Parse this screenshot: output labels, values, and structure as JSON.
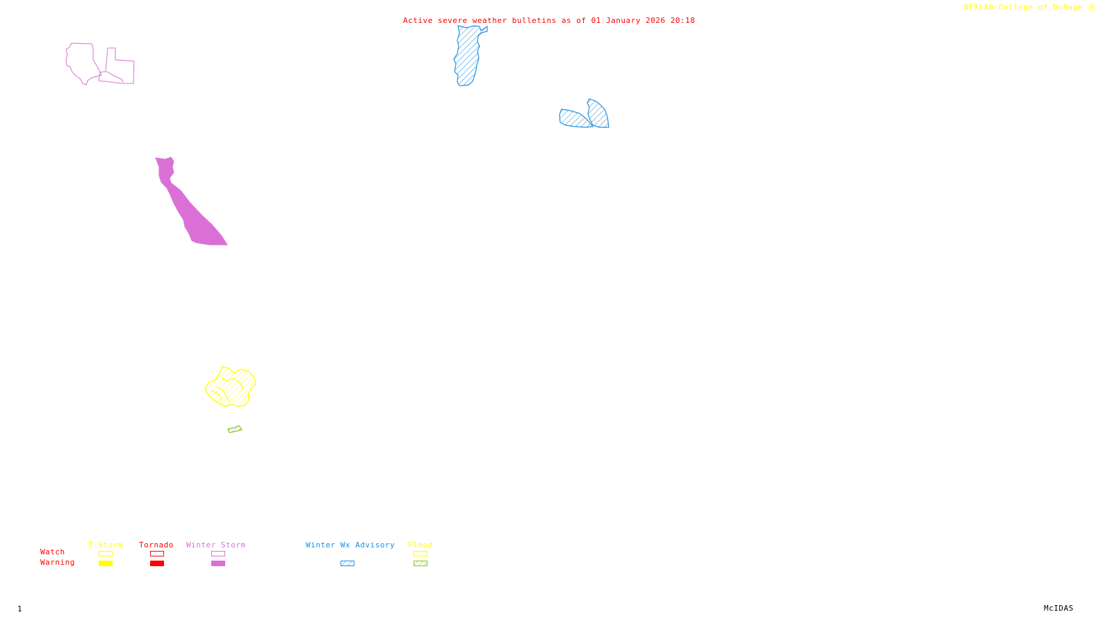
{
  "header": {
    "title": "Active severe weather bulletins as of 01 January 2026 20:18",
    "credit": "NEXLAB-College of DuPage"
  },
  "colors": {
    "title": "#ff0000",
    "credit": "#ffff00",
    "tstorm": "#ffff00",
    "tornado": "#ff0000",
    "winter_storm": "#da70d6",
    "winter_wx_advisory": "#1e90e0",
    "flood_watch": "#ffff00",
    "flood_warning": "#7fcc1f",
    "row_label": "#ff0000",
    "footer": "#000000"
  },
  "legend": {
    "row_labels": {
      "watch": "Watch",
      "warning": "Warning"
    },
    "columns": [
      {
        "key": "tstorm",
        "label": "T-Storm",
        "watch": "outline",
        "warning": "solid"
      },
      {
        "key": "tornado",
        "label": "Tornado",
        "watch": "outline",
        "warning": "solid"
      },
      {
        "key": "winter_storm",
        "label": "Winter Storm",
        "watch": "outline",
        "warning": "solid"
      },
      {
        "key": "winter_wx_advisory",
        "label": "Winter Wx Advisory",
        "watch": "none",
        "warning": "hatched"
      },
      {
        "key": "flood",
        "label": "Flood",
        "watch": "hatched",
        "warning": "hatched"
      }
    ]
  },
  "alert_areas": [
    {
      "name": "winter-storm-watch-area",
      "type": "Winter Storm Watch",
      "style": "outline"
    },
    {
      "name": "winter-wx-advisory-area-north",
      "type": "Winter Wx Advisory",
      "style": "hatched"
    },
    {
      "name": "winter-wx-advisory-area-east",
      "type": "Winter Wx Advisory",
      "style": "hatched"
    },
    {
      "name": "winter-storm-warning-area",
      "type": "Winter Storm Warning",
      "style": "solid"
    },
    {
      "name": "flood-watch-area",
      "type": "Flood Watch",
      "style": "hatched"
    },
    {
      "name": "flood-warning-area",
      "type": "Flood Warning",
      "style": "hatched"
    }
  ],
  "footer": {
    "frame_number": "1",
    "software": "McIDAS"
  }
}
